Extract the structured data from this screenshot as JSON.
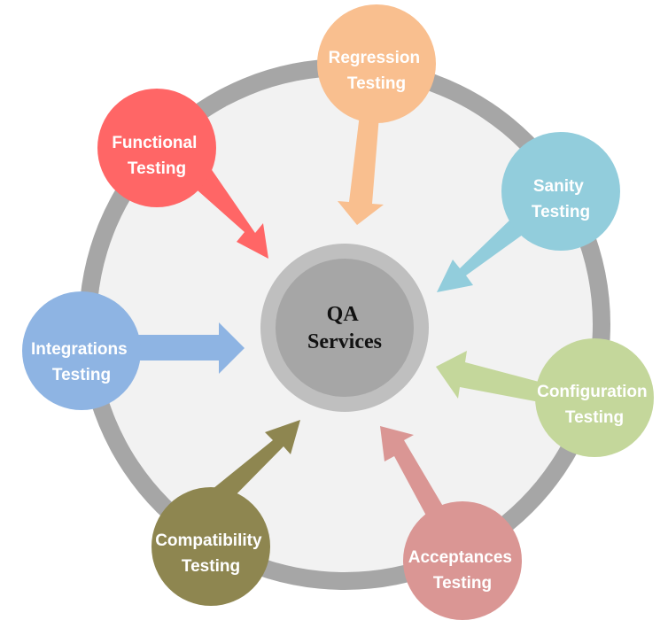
{
  "center": {
    "line1": "QA",
    "line2": "Services"
  },
  "nodes": [
    {
      "id": "regression",
      "line1": "Regression",
      "line2": "Testing",
      "color": "#f9bf8f"
    },
    {
      "id": "sanity",
      "line1": "Sanity",
      "line2": "Testing",
      "color": "#92cddc"
    },
    {
      "id": "configuration",
      "line1": "Configuration",
      "line2": "Testing",
      "color": "#c4d79b"
    },
    {
      "id": "acceptances",
      "line1": "Acceptances",
      "line2": "Testing",
      "color": "#da9694"
    },
    {
      "id": "compatibility",
      "line1": "Compatibility",
      "line2": "Testing",
      "color": "#8e8650"
    },
    {
      "id": "integrations",
      "line1": "Integrations",
      "line2": "Testing",
      "color": "#8eb4e3"
    },
    {
      "id": "functional",
      "line1": "Functional",
      "line2": "Testing",
      "color": "#ff6666"
    }
  ],
  "colors": {
    "outer_ring": "#a6a6a6",
    "inner_disc": "#f2f2f2",
    "hub_outer": "#bfbfbf",
    "hub_inner": "#a6a6a6"
  }
}
